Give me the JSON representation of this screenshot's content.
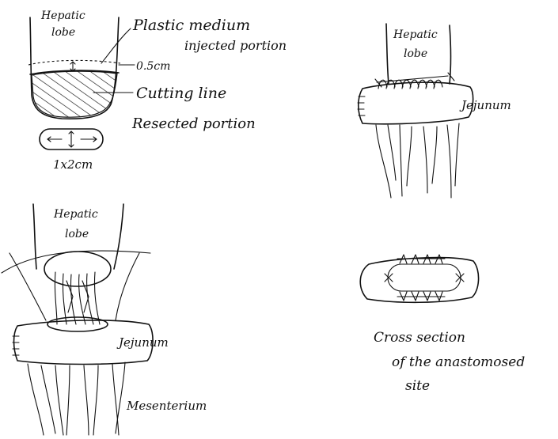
{
  "panel_top_left": {
    "lobe_label_line1": "Hepatic",
    "lobe_label_line2": "lobe",
    "plastic_label_line1": "Plastic medium",
    "plastic_label_line2": "injected portion",
    "depth_label": "0.5cm",
    "cutting_label": "Cutting line",
    "resected_label": "Resected portion",
    "size_label": "1x2cm"
  },
  "panel_top_right": {
    "lobe_label_line1": "Hepatic",
    "lobe_label_line2": "lobe",
    "jejunum_label": "Jejunum"
  },
  "panel_bottom_left": {
    "lobe_label_line1": "Hepatic",
    "lobe_label_line2": "lobe",
    "jejunum_label": "Jejunum",
    "mesenterium_label": "Mesenterium"
  },
  "panel_bottom_right": {
    "caption_line1": "Cross section",
    "caption_line2": "of the anastomosed",
    "caption_line3": "site"
  }
}
